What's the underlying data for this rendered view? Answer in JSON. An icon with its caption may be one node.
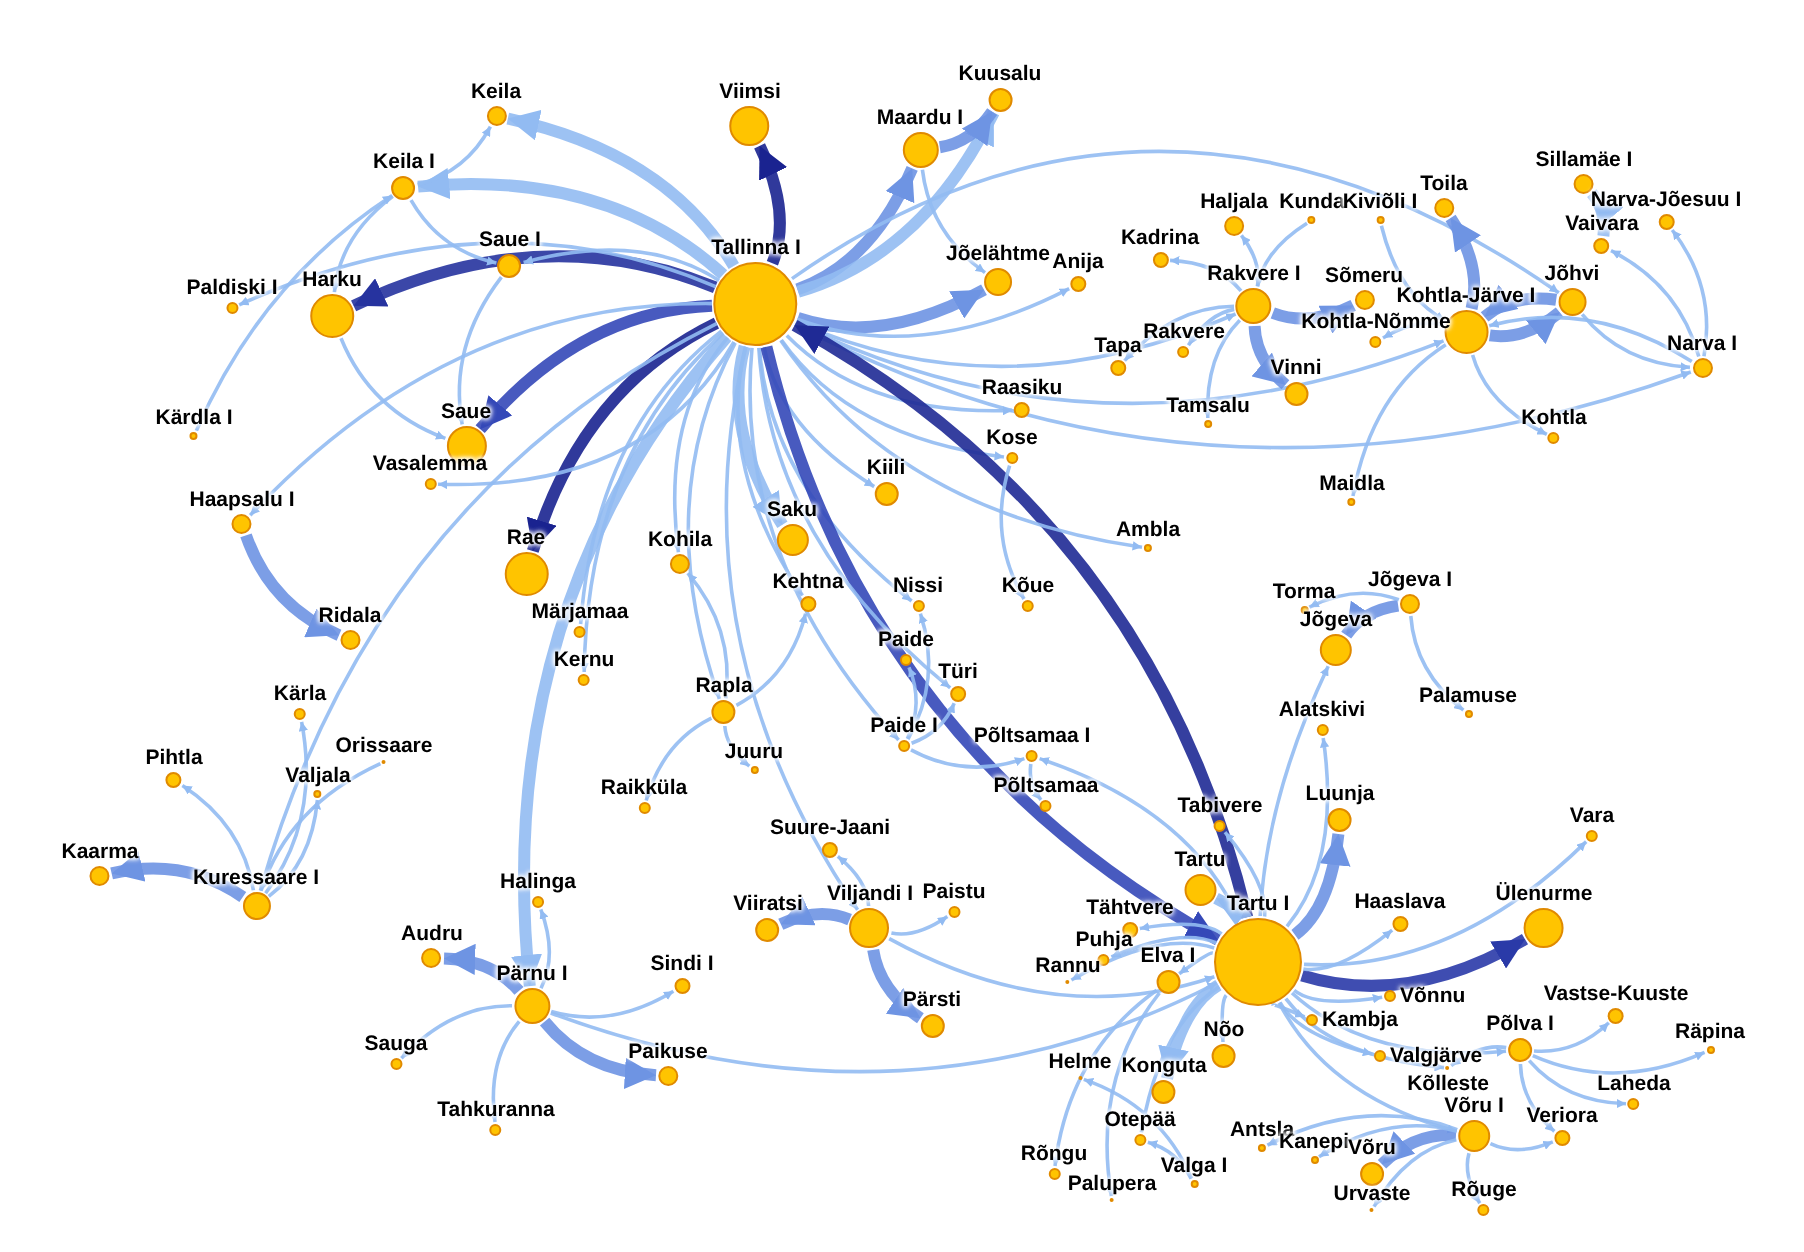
{
  "diagram": {
    "nodes": [
      {
        "text": [
          "Kuusalu"
        ]
      },
      {
        "text": [
          "Keila"
        ]
      },
      {
        "text": [
          "Viimsi"
        ]
      },
      {
        "text": [
          "Maardu I"
        ]
      },
      {
        "text": [
          "Keila I"
        ]
      },
      {
        "text": [
          "Toila"
        ]
      },
      {
        "text": [
          "Sillamäe I"
        ]
      },
      {
        "text": [
          "Haljala"
        ]
      },
      {
        "text": [
          "Kunda"
        ]
      },
      {
        "text": [
          "Kiviõli I"
        ]
      },
      {
        "text": [
          "Narva-Jõesuu I"
        ]
      },
      {
        "text": [
          "Vaivara"
        ]
      },
      {
        "text": [
          "Kadrina"
        ]
      },
      {
        "text": [
          "Saue I"
        ]
      },
      {
        "text": [
          "Jõelähtme"
        ]
      },
      {
        "text": [
          "Anija"
        ]
      },
      {
        "text": [
          "Tallinna I"
        ]
      },
      {
        "text": [
          "Rakvere I"
        ]
      },
      {
        "text": [
          "Sõmeru"
        ]
      },
      {
        "text": [
          "Jõhvi"
        ]
      },
      {
        "text": [
          "Paldiski I"
        ]
      },
      {
        "text": [
          "Harku"
        ]
      },
      {
        "text": [
          "Kohtla-Järve I"
        ]
      },
      {
        "text": [
          "Kohtla-Nõmme"
        ]
      },
      {
        "text": [
          "Rakvere"
        ]
      },
      {
        "text": [
          "Tapa"
        ]
      },
      {
        "text": [
          "Narva I"
        ]
      },
      {
        "text": [
          "Vinni"
        ]
      },
      {
        "text": [
          "Raasiku"
        ]
      },
      {
        "text": [
          "Tamsalu"
        ]
      },
      {
        "text": [
          "Kärdla I"
        ]
      },
      {
        "text": [
          "Kohtla"
        ]
      },
      {
        "text": [
          "Saue"
        ]
      },
      {
        "text": [
          "Kose"
        ]
      },
      {
        "text": [
          "Vasalemma"
        ]
      },
      {
        "text": [
          "Kiili"
        ]
      },
      {
        "text": [
          "Maidla"
        ]
      },
      {
        "text": [
          "Haapsalu I"
        ]
      },
      {
        "text": [
          "Saku"
        ]
      },
      {
        "text": [
          "Ambla"
        ]
      },
      {
        "text": [
          "Kohila"
        ]
      },
      {
        "text": [
          "Rae"
        ]
      },
      {
        "text": [
          "Kehtna"
        ]
      },
      {
        "text": [
          "Nissi"
        ]
      },
      {
        "text": [
          "Kõue"
        ]
      },
      {
        "text": [
          "Torma"
        ]
      },
      {
        "text": [
          "Jõgeva I"
        ]
      },
      {
        "text": [
          "Märjamaa"
        ]
      },
      {
        "text": [
          "Ridala"
        ]
      },
      {
        "text": [
          "Paide"
        ]
      },
      {
        "text": [
          "Jõgeva"
        ]
      },
      {
        "text": [
          "Kernu"
        ]
      },
      {
        "text": [
          "Türi"
        ]
      },
      {
        "text": [
          "Kärla"
        ]
      },
      {
        "text": [
          "Rapla"
        ]
      },
      {
        "text": [
          "Palamuse"
        ]
      },
      {
        "text": [
          "Alatskivi"
        ]
      },
      {
        "text": [
          "Paide I"
        ]
      },
      {
        "text": [
          "Põltsamaa I"
        ]
      },
      {
        "text": [
          "Orissaare"
        ]
      },
      {
        "text": [
          "Juuru"
        ]
      },
      {
        "text": [
          "Pihtla"
        ]
      },
      {
        "text": [
          "Valjala"
        ]
      },
      {
        "text": [
          "Põltsamaa"
        ]
      },
      {
        "text": [
          "Raikküla"
        ]
      },
      {
        "text": [
          "Luunja"
        ]
      },
      {
        "text": [
          "Tabivere"
        ]
      },
      {
        "text": [
          "Vara"
        ]
      },
      {
        "text": [
          "Suure-Jaani"
        ]
      },
      {
        "text": [
          "Kaarma"
        ]
      },
      {
        "text": [
          "Tartu"
        ]
      },
      {
        "text": [
          "Halinga"
        ]
      },
      {
        "text": [
          "Kuressaare I"
        ]
      },
      {
        "text": [
          "Paistu"
        ]
      },
      {
        "text": [
          "Tähtvere"
        ]
      },
      {
        "text": [
          "Ülenurme"
        ]
      },
      {
        "text": [
          "Viiratsi"
        ]
      },
      {
        "text": [
          "Viljandi I"
        ]
      },
      {
        "text": [
          "Haaslava"
        ]
      },
      {
        "text": [
          "Audru"
        ]
      },
      {
        "text": [
          "Tartu I"
        ]
      },
      {
        "text": [
          "Puhja"
        ]
      },
      {
        "text": [
          "Võnnu"
        ]
      },
      {
        "text": [
          "Elva I"
        ]
      },
      {
        "text": [
          "Rannu"
        ]
      },
      {
        "text": [
          "Sindi I"
        ]
      },
      {
        "text": [
          "Pärnu I"
        ]
      },
      {
        "text": [
          "Kambja"
        ]
      },
      {
        "text": [
          "Vastse-Kuuste"
        ]
      },
      {
        "text": [
          "Pärsti"
        ]
      },
      {
        "text": [
          "Nõo"
        ]
      },
      {
        "text": [
          "Valgjärve"
        ]
      },
      {
        "text": [
          "Räpina"
        ]
      },
      {
        "text": [
          "Põlva I"
        ]
      },
      {
        "text": [
          "Kõlleste"
        ]
      },
      {
        "text": [
          "Sauga"
        ]
      },
      {
        "text": [
          "Paikuse"
        ]
      },
      {
        "text": [
          "Helme"
        ]
      },
      {
        "text": [
          "Konguta"
        ]
      },
      {
        "text": [
          "Laheda"
        ]
      },
      {
        "text": [
          "Tahkuranna"
        ]
      },
      {
        "text": [
          "Võru I"
        ]
      },
      {
        "text": [
          "Veriora"
        ]
      },
      {
        "text": [
          "Otepää"
        ]
      },
      {
        "text": [
          "Antsla"
        ]
      },
      {
        "text": [
          "Kanepi"
        ]
      },
      {
        "text": [
          "Rõngu"
        ]
      },
      {
        "text": [
          "Võru"
        ]
      },
      {
        "text": [
          "Valga I"
        ]
      },
      {
        "text": [
          "Palupera"
        ]
      },
      {
        "text": [
          "Urvaste"
        ]
      },
      {
        "text": [
          "Rõuge"
        ]
      }
    ],
    "edges": [
      {
        "from": 16,
        "to": 2,
        "arrow": "to",
        "style": "thick",
        "color": "#1a2390"
      },
      {
        "from": 16,
        "to": 21,
        "arrow": "to",
        "style": "thick",
        "color": "#26339f"
      },
      {
        "from": 16,
        "to": 41,
        "arrow": "to",
        "style": "thick",
        "color": "#1a2390"
      },
      {
        "from": 16,
        "to": 32,
        "arrow": "to",
        "style": "thick",
        "color": "#3448b8"
      },
      {
        "from": 16,
        "to": 13,
        "arrow": "to"
      },
      {
        "from": 16,
        "to": 1,
        "arrow": "to",
        "style": "thick"
      },
      {
        "from": 16,
        "to": 4,
        "arrow": "to",
        "style": "thick"
      },
      {
        "from": 16,
        "to": 3,
        "arrow": "to",
        "style": "thick",
        "color": "#6e94e3"
      },
      {
        "from": 16,
        "to": 0,
        "arrow": "to",
        "style": "thick"
      },
      {
        "from": 16,
        "to": 14,
        "arrow": "to",
        "style": "thick",
        "color": "#6e94e3"
      },
      {
        "from": 16,
        "to": 15,
        "arrow": "to"
      },
      {
        "from": 16,
        "to": 28,
        "arrow": "to"
      },
      {
        "from": 16,
        "to": 33,
        "arrow": "to"
      },
      {
        "from": 16,
        "to": 35,
        "arrow": "to"
      },
      {
        "from": 16,
        "to": 38,
        "arrow": "to",
        "style": "thick"
      },
      {
        "from": 16,
        "to": 40,
        "arrow": "to"
      },
      {
        "from": 16,
        "to": 42,
        "arrow": "to"
      },
      {
        "from": 16,
        "to": 54,
        "arrow": "to"
      },
      {
        "from": 16,
        "to": 43,
        "arrow": "to"
      },
      {
        "from": 16,
        "to": 34,
        "arrow": "to"
      },
      {
        "from": 16,
        "to": 20,
        "arrow": "to"
      },
      {
        "from": 16,
        "to": 37,
        "arrow": "to"
      },
      {
        "from": 16,
        "to": 17,
        "arrow": "to"
      },
      {
        "from": 16,
        "to": 22,
        "arrow": "to"
      },
      {
        "from": 16,
        "to": 26,
        "arrow": "to"
      },
      {
        "from": 16,
        "to": 19,
        "arrow": "to"
      },
      {
        "from": 16,
        "to": 86,
        "arrow": "to",
        "style": "thick"
      },
      {
        "from": 16,
        "to": 80,
        "arrow": "to",
        "style": "thick",
        "color": "#3448b8"
      },
      {
        "from": 80,
        "to": 16,
        "arrow": "to",
        "style": "thick",
        "color": "#1f2a95"
      },
      {
        "from": 16,
        "to": 57,
        "arrow": "to"
      },
      {
        "from": 16,
        "to": 77,
        "arrow": "to"
      },
      {
        "from": 16,
        "to": 72,
        "arrow": "to"
      },
      {
        "from": 16,
        "to": 52,
        "arrow": "to"
      },
      {
        "from": 16,
        "to": 47,
        "arrow": "to"
      },
      {
        "from": 16,
        "to": 39,
        "arrow": "to"
      },
      {
        "from": 16,
        "to": 51,
        "arrow": "to"
      },
      {
        "from": 37,
        "to": 48,
        "arrow": "to",
        "style": "thick",
        "color": "#6e94e3"
      },
      {
        "from": 4,
        "to": 1,
        "arrow": "to"
      },
      {
        "from": 4,
        "to": 21,
        "arrow": "to"
      },
      {
        "from": 21,
        "to": 32,
        "arrow": "to"
      },
      {
        "from": 13,
        "to": 32,
        "arrow": "to"
      },
      {
        "from": 4,
        "to": 13,
        "arrow": "to"
      },
      {
        "from": 30,
        "to": 4,
        "arrow": "to"
      },
      {
        "from": 3,
        "to": 0,
        "arrow": "to",
        "style": "thick",
        "color": "#6e94e3"
      },
      {
        "from": 3,
        "to": 14,
        "arrow": "to"
      },
      {
        "from": 54,
        "to": 42,
        "arrow": "to"
      },
      {
        "from": 54,
        "to": 60,
        "arrow": "to"
      },
      {
        "from": 54,
        "to": 64,
        "arrow": "to"
      },
      {
        "from": 54,
        "to": 40,
        "arrow": "to"
      },
      {
        "from": 57,
        "to": 49,
        "arrow": "to"
      },
      {
        "from": 57,
        "to": 52,
        "arrow": "to"
      },
      {
        "from": 57,
        "to": 43,
        "arrow": "to"
      },
      {
        "from": 57,
        "to": 58,
        "arrow": "to"
      },
      {
        "from": 58,
        "to": 63,
        "arrow": "to"
      },
      {
        "from": 72,
        "to": 69,
        "arrow": "to",
        "style": "thick",
        "color": "#6e94e3"
      },
      {
        "from": 72,
        "to": 61,
        "arrow": "to"
      },
      {
        "from": 72,
        "to": 53,
        "arrow": "to"
      },
      {
        "from": 72,
        "to": 62,
        "arrow": "to"
      },
      {
        "from": 59,
        "to": 72,
        "arrow": "to"
      },
      {
        "from": 86,
        "to": 79,
        "arrow": "to",
        "style": "thick",
        "color": "#6e94e3"
      },
      {
        "from": 86,
        "to": 96,
        "arrow": "to",
        "style": "thick",
        "color": "#6e94e3"
      },
      {
        "from": 86,
        "to": 85,
        "arrow": "to"
      },
      {
        "from": 86,
        "to": 71,
        "arrow": "to"
      },
      {
        "from": 86,
        "to": 95,
        "arrow": "to"
      },
      {
        "from": 86,
        "to": 100,
        "arrow": "to"
      },
      {
        "from": 86,
        "to": 80,
        "arrow": "to"
      },
      {
        "from": 77,
        "to": 76,
        "arrow": "to",
        "style": "thick",
        "color": "#6e94e3"
      },
      {
        "from": 77,
        "to": 89,
        "arrow": "to",
        "style": "thick",
        "color": "#6e94e3"
      },
      {
        "from": 77,
        "to": 68,
        "arrow": "to"
      },
      {
        "from": 77,
        "to": 73,
        "arrow": "to"
      },
      {
        "from": 77,
        "to": 80,
        "arrow": "to"
      },
      {
        "from": 17,
        "to": 27,
        "arrow": "to",
        "style": "thick",
        "color": "#6e94e3"
      },
      {
        "from": 17,
        "to": 18,
        "arrow": "to",
        "style": "thick",
        "color": "#6e94e3"
      },
      {
        "from": 17,
        "to": 12,
        "arrow": "to"
      },
      {
        "from": 17,
        "to": 7,
        "arrow": "to"
      },
      {
        "from": 17,
        "to": 24,
        "arrow": "to"
      },
      {
        "from": 17,
        "to": 25,
        "arrow": "to"
      },
      {
        "from": 17,
        "to": 29,
        "arrow": "to"
      },
      {
        "from": 8,
        "to": 17,
        "arrow": "to"
      },
      {
        "from": 9,
        "to": 22,
        "arrow": "to"
      },
      {
        "from": 22,
        "to": 19,
        "arrow": "to",
        "style": "thick",
        "color": "#6e94e3"
      },
      {
        "from": 19,
        "to": 22,
        "arrow": "to",
        "style": "thick",
        "color": "#6e94e3"
      },
      {
        "from": 22,
        "to": 5,
        "arrow": "to",
        "style": "thick",
        "color": "#6e94e3"
      },
      {
        "from": 22,
        "to": 23,
        "arrow": "to"
      },
      {
        "from": 22,
        "to": 31,
        "arrow": "to"
      },
      {
        "from": 22,
        "to": 36,
        "arrow": "to"
      },
      {
        "from": 26,
        "to": 11,
        "arrow": "to"
      },
      {
        "from": 11,
        "to": 6,
        "arrow": "to",
        "style": "thick"
      },
      {
        "from": 26,
        "to": 10,
        "arrow": "to"
      },
      {
        "from": 26,
        "to": 22,
        "arrow": "to"
      },
      {
        "from": 19,
        "to": 26,
        "arrow": "to"
      },
      {
        "from": 46,
        "to": 50,
        "arrow": "to",
        "style": "thick",
        "color": "#6e94e3"
      },
      {
        "from": 46,
        "to": 45,
        "arrow": "to"
      },
      {
        "from": 46,
        "to": 55,
        "arrow": "to"
      },
      {
        "from": 80,
        "to": 50,
        "arrow": "to"
      },
      {
        "from": 80,
        "to": 75,
        "arrow": "to",
        "style": "thick",
        "color": "#2a3aa8"
      },
      {
        "from": 80,
        "to": 65,
        "arrow": "to",
        "style": "thick",
        "color": "#6e94e3"
      },
      {
        "from": 80,
        "to": 70,
        "arrow": "to",
        "style": "thick"
      },
      {
        "from": 80,
        "to": 74,
        "arrow": "to"
      },
      {
        "from": 80,
        "to": 78,
        "arrow": "to"
      },
      {
        "from": 80,
        "to": 82,
        "arrow": "to"
      },
      {
        "from": 80,
        "to": 87,
        "arrow": "to"
      },
      {
        "from": 80,
        "to": 90,
        "arrow": "to"
      },
      {
        "from": 80,
        "to": 83,
        "arrow": "to"
      },
      {
        "from": 80,
        "to": 81,
        "arrow": "to"
      },
      {
        "from": 80,
        "to": 84,
        "arrow": "to"
      },
      {
        "from": 80,
        "to": 98,
        "arrow": "to",
        "style": "thick"
      },
      {
        "from": 80,
        "to": 103,
        "arrow": "to"
      },
      {
        "from": 80,
        "to": 91,
        "arrow": "to"
      },
      {
        "from": 80,
        "to": 66,
        "arrow": "to"
      },
      {
        "from": 80,
        "to": 56,
        "arrow": "to"
      },
      {
        "from": 80,
        "to": 93,
        "arrow": "to"
      },
      {
        "from": 80,
        "to": 101,
        "arrow": "to"
      },
      {
        "from": 80,
        "to": 67,
        "arrow": "to"
      },
      {
        "from": 80,
        "to": 94,
        "arrow": "to"
      },
      {
        "from": 80,
        "to": 58,
        "arrow": "to"
      },
      {
        "from": 83,
        "to": 106,
        "arrow": "to"
      },
      {
        "from": 83,
        "to": 109,
        "arrow": "to"
      },
      {
        "from": 108,
        "to": 97,
        "arrow": "to"
      },
      {
        "from": 108,
        "to": 103,
        "arrow": "to"
      },
      {
        "from": 101,
        "to": 107,
        "arrow": "to",
        "style": "thick",
        "color": "#6e94e3"
      },
      {
        "from": 101,
        "to": 110,
        "arrow": "to"
      },
      {
        "from": 101,
        "to": 111,
        "arrow": "to"
      },
      {
        "from": 101,
        "to": 104,
        "arrow": "to"
      },
      {
        "from": 101,
        "to": 105,
        "arrow": "to"
      },
      {
        "from": 101,
        "to": 102,
        "arrow": "to"
      },
      {
        "from": 93,
        "to": 99,
        "arrow": "to"
      },
      {
        "from": 93,
        "to": 92,
        "arrow": "to"
      },
      {
        "from": 93,
        "to": 88,
        "arrow": "to"
      },
      {
        "from": 93,
        "to": 102,
        "arrow": "to"
      },
      {
        "from": 93,
        "to": 94,
        "arrow": "to"
      },
      {
        "from": 33,
        "to": 44,
        "arrow": "to"
      }
    ]
  }
}
